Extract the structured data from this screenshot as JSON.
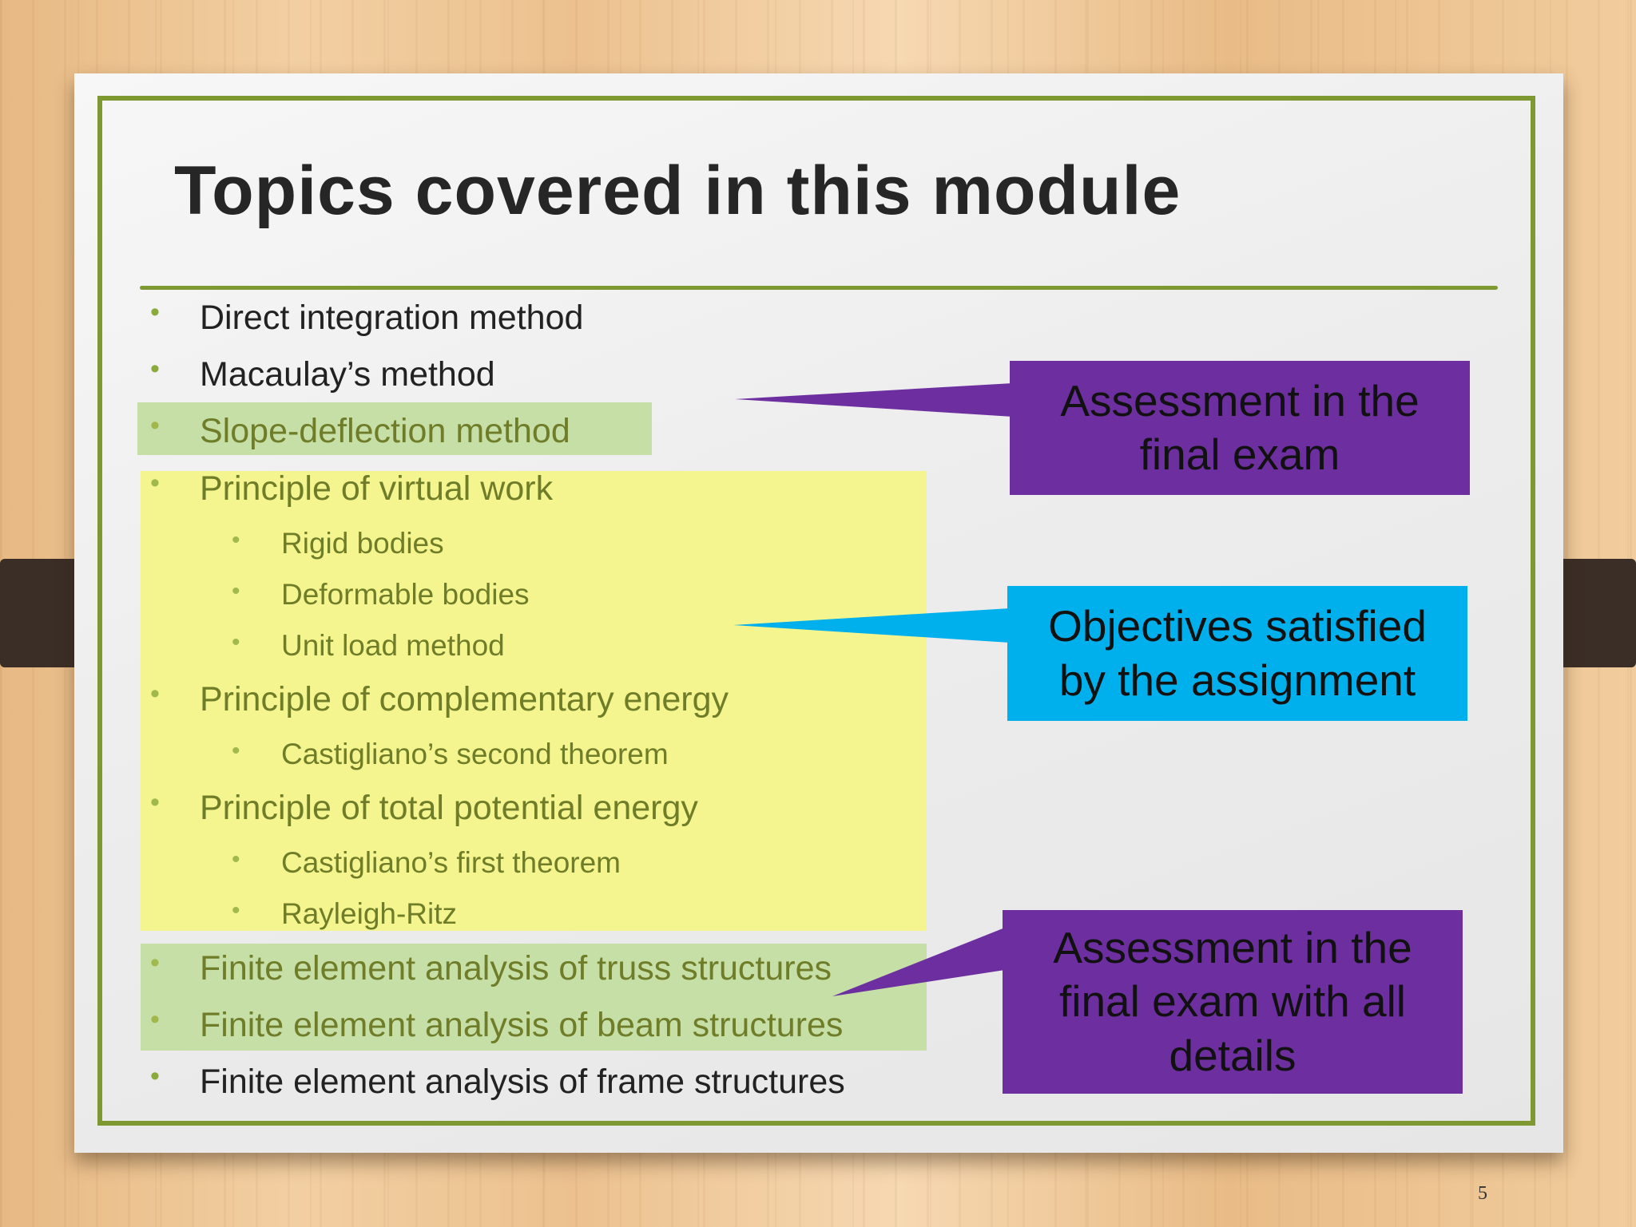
{
  "slide": {
    "title": "Topics covered in this module",
    "page_number": "5"
  },
  "topics": [
    {
      "label": "Direct integration method"
    },
    {
      "label": "Macaulay’s method"
    },
    {
      "label": "Slope-deflection method"
    },
    {
      "label": "Principle of virtual work"
    },
    {
      "label": "Rigid bodies"
    },
    {
      "label": "Deformable bodies"
    },
    {
      "label": "Unit load method"
    },
    {
      "label": "Principle of complementary energy"
    },
    {
      "label": "Castigliano’s second theorem"
    },
    {
      "label": "Principle of total potential energy"
    },
    {
      "label": "Castigliano’s first theorem"
    },
    {
      "label": "Rayleigh-Ritz"
    },
    {
      "label": "Finite element analysis of truss structures"
    },
    {
      "label": "Finite element analysis of beam structures"
    },
    {
      "label": "Finite element analysis of frame structures"
    }
  ],
  "callouts": [
    {
      "lines": [
        "Assessment in the",
        "final exam"
      ],
      "color": "#6d2fa0"
    },
    {
      "lines": [
        "Objectives satisfied",
        "by the assignment"
      ],
      "color": "#00b0ec"
    },
    {
      "lines": [
        "Assessment in the",
        "final exam with all",
        "details"
      ],
      "color": "#6d2fa0"
    }
  ],
  "colors": {
    "accent": "#7e9832",
    "green_highlight": "#c6dfa7",
    "yellow_highlight": "#f4f58f",
    "bullet": "#8aab3c"
  }
}
